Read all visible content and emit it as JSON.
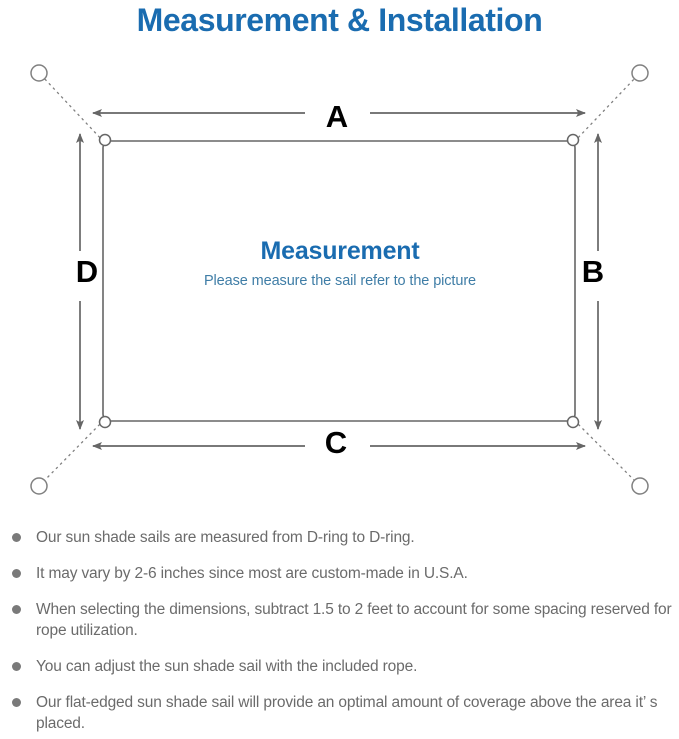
{
  "page": {
    "title": "Measurement & Installation",
    "title_color": "#1a6cb0",
    "background": "#ffffff"
  },
  "diagram": {
    "name": "sun-shade-sail-measurement-diagram",
    "line_color": "#666666",
    "dotted_line_color": "#808080",
    "center_caption": {
      "heading": "Measurement",
      "heading_color": "#1a6cb0",
      "subtext": "Please measure the sail refer to the picture",
      "subtext_color": "#3f7da6"
    },
    "dimension_labels": [
      {
        "id": "a",
        "text": "A",
        "position": "top",
        "color": "#000000"
      },
      {
        "id": "b",
        "text": "B",
        "position": "right",
        "color": "#000000"
      },
      {
        "id": "c",
        "text": "C",
        "position": "bottom",
        "color": "#000000"
      },
      {
        "id": "d",
        "text": "D",
        "position": "left",
        "color": "#000000"
      }
    ],
    "corner_rings": [
      {
        "id": "top-left",
        "label": "d-ring"
      },
      {
        "id": "top-right",
        "label": "d-ring"
      },
      {
        "id": "bottom-left",
        "label": "d-ring"
      },
      {
        "id": "bottom-right",
        "label": "d-ring"
      }
    ],
    "anchor_points": [
      {
        "id": "top-left",
        "label": "anchor-point"
      },
      {
        "id": "top-right",
        "label": "anchor-point"
      },
      {
        "id": "bottom-left",
        "label": "anchor-point"
      },
      {
        "id": "bottom-right",
        "label": "anchor-point"
      }
    ]
  },
  "notes": {
    "bullet_color": "#7a7a7a",
    "text_color": "#6b6b6b",
    "items": [
      {
        "text": "Our sun shade sails are measured from D-ring to D-ring."
      },
      {
        "text": "It may vary by 2-6 inches since most are custom-made in U.S.A."
      },
      {
        "text": "When selecting the dimensions, subtract 1.5 to 2 feet to account for some spacing reserved for rope utilization."
      },
      {
        "text": "You can adjust the sun shade sail with the included rope."
      },
      {
        "text": "Our flat-edged sun shade sail will provide an optimal amount of coverage above the area it’ s placed."
      }
    ]
  }
}
